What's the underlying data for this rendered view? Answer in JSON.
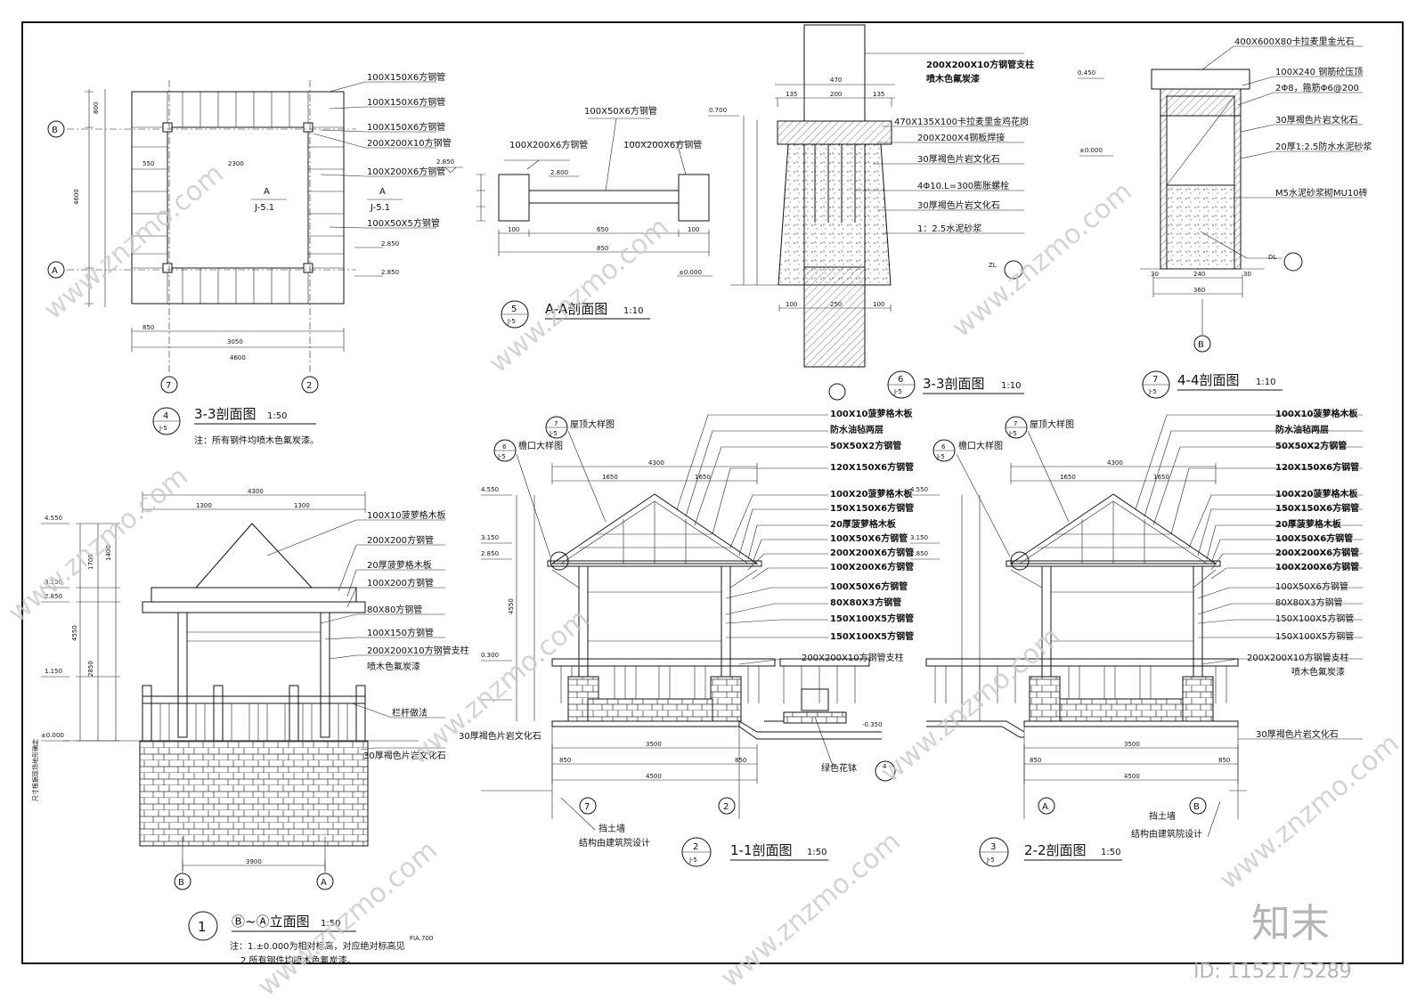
{
  "watermark": {
    "site": "www.znzmo.com",
    "brand": "知末",
    "id": "ID: 1152175289"
  },
  "plan33": {
    "callout_no": "4",
    "callout_sheet": "J-5",
    "title": "3-3剖面图",
    "scale": "1:50",
    "note": "注：所有钢件均喷木色氟炭漆。",
    "labels": [
      "100X150X6方钢管",
      "100X150X6方钢管",
      "100X150X6方钢管",
      "200X200X10方钢管",
      "100X200X6方钢管",
      "100X50X5方钢管"
    ],
    "section_mark": "A",
    "section_sheet": "J-5.1",
    "axis_left_top": "B",
    "axis_left_bottom": "A",
    "axis_bottom_left": "7",
    "axis_bottom_right": "2",
    "dims": {
      "inner": "2300",
      "bottom1": "3050",
      "bottom2": "4600",
      "left_total": "4600",
      "side": "800",
      "c550": "550",
      "c850": "850"
    },
    "levels": [
      "2.850",
      "2.850",
      "2.850"
    ]
  },
  "sectionAA": {
    "callout_no": "5",
    "callout_sheet": "J-5",
    "title": "A-A剖面图",
    "scale": "1:10",
    "labels": [
      "100X200X6方钢管",
      "100X50X6方钢管",
      "100X200X6方钢管"
    ],
    "dims": [
      "100",
      "650",
      "100",
      "850"
    ],
    "levels": [
      "2.800",
      "±0.000"
    ]
  },
  "section33": {
    "callout_no": "6",
    "callout_sheet": "J-5",
    "title": "3-3剖面图",
    "scale": "1:10",
    "labels": [
      "200X200X10方钢管支柱",
      "喷木色氟炭漆",
      "470X135X100卡拉麦里金鸡花岗",
      "200X200X4钢板焊接",
      "30厚褐色片岩文化石",
      "4Φ10.L=300膨胀螺栓",
      "30厚褐色片岩文化石",
      "1：2.5水泥砂浆"
    ],
    "dims": [
      "470",
      "135",
      "200",
      "135",
      "100",
      "250",
      "100"
    ],
    "levels": [
      "0.700"
    ],
    "ref": "ZL"
  },
  "section44": {
    "callout_no": "7",
    "callout_sheet": "J-5",
    "title": "4-4剖面图",
    "scale": "1:10",
    "labels": [
      "400X600X80卡拉麦里金光石",
      "100X240 钢筋砼压顶",
      "2Φ8，箍筋Φ6@200",
      "30厚褐色片岩文化石",
      "20厚1:2.5防水水泥砂浆",
      "M5水泥砂浆砌MU10砖"
    ],
    "dims": [
      "240",
      "360",
      "30",
      "30"
    ],
    "levels": [
      "0.450",
      "±0.000"
    ],
    "axis": "B",
    "ref": "DL"
  },
  "elevation": {
    "callout_no": "1",
    "title_axes": "Ⓑ~Ⓐ立面图",
    "scale": "1:50",
    "notes": [
      "注：1.±0.000为相对标高，对应绝对标高见",
      "2.所有钢件均喷木色氟炭漆。"
    ],
    "abs_level": "FIA.700",
    "labels": [
      "100X10菠萝格木板",
      "200X200方钢管",
      "20厚菠萝格木板",
      "100X200方钢管",
      "80X80方钢管",
      "100X150方钢管",
      "200X200X10方钢管支柱",
      "喷木色氟炭漆",
      "栏杆做法",
      "30厚褐色片岩文化石"
    ],
    "vertical_note": "尺寸根据现场地形确定",
    "dims": {
      "top": "4300",
      "bottom": "3900",
      "c1300a": "1300",
      "c1300b": "1300",
      "h4550": "4550",
      "h1700": "1700",
      "h1400": "1400",
      "h2850": "2850"
    },
    "levels": [
      "4.550",
      "3.150",
      "2.850",
      "1.150",
      "±0.000"
    ],
    "axis_left": "B",
    "axis_right": "A"
  },
  "section11": {
    "callout_no": "2",
    "callout_sheet": "J-5",
    "title": "1-1剖面图",
    "scale": "1:50",
    "callout_eave": "6",
    "callout_eave_sheet": "J-5",
    "callout_roof": "7",
    "callout_roof_sheet": "J-5",
    "eave_text": "檐口大样图",
    "roof_text": "屋顶大样图",
    "labels": [
      "100X10菠萝格木板",
      "防水油毡两层",
      "50X50X2方钢管",
      "120X150X6方钢管",
      "100X20菠萝格木板",
      "150X150X6方钢管",
      "20厚菠萝格木板",
      "100X50X6方钢管",
      "200X200X6方钢管",
      "100X200X6方钢管",
      "100X50X6方钢管",
      "80X80X3方钢管",
      "150X100X5方钢管",
      "150X100X5方钢管",
      "200X200X10方钢管支柱",
      "30厚褐色片岩文化石"
    ],
    "base_label": "挡土墙",
    "base_note": "结构由建筑院设计",
    "flower_label": "绿色花钵",
    "flower_callout": "4",
    "dims": {
      "top": "4300",
      "d1650a": "1650",
      "d1650b": "1650",
      "d3500": "3500",
      "d850a": "850",
      "d850b": "850",
      "total": "4500",
      "h4550": "4550"
    },
    "levels": [
      "4.550",
      "3.150",
      "2.850",
      "0.300",
      "-0.350"
    ],
    "axis_left": "7",
    "axis_right": "2"
  },
  "section22": {
    "callout_no": "3",
    "callout_sheet": "J-5",
    "title": "2-2剖面图",
    "scale": "1:50",
    "callout_eave": "6",
    "callout_eave_sheet": "J-5",
    "callout_roof": "7",
    "callout_roof_sheet": "J-5",
    "eave_text": "檐口大样图",
    "roof_text": "屋顶大样图",
    "labels": [
      "100X10菠萝格木板",
      "防水油毡两层",
      "50X50X2方钢管",
      "120X150X6方钢管",
      "100X20菠萝格木板",
      "150X150X6方钢管",
      "20厚菠萝格木板",
      "100X50X6方钢管",
      "200X200X6方钢管",
      "100X200X6方钢管",
      "100X50X6方钢管",
      "80X80X3方钢管",
      "150X100X5方钢管",
      "150X100X5方钢管",
      "200X200X10方钢管支柱",
      "喷木色氟炭漆",
      "30厚褐色片岩文化石"
    ],
    "base_label": "挡土墙",
    "base_note": "结构由建筑院设计",
    "dims": {
      "top": "4300",
      "d1650a": "1650",
      "d1650b": "1650",
      "d3500": "3500",
      "d850a": "850",
      "d850b": "850",
      "total": "4500"
    },
    "levels": [
      "4.550",
      "3.150",
      "2.850"
    ],
    "axis_left": "A",
    "axis_right": "B"
  }
}
